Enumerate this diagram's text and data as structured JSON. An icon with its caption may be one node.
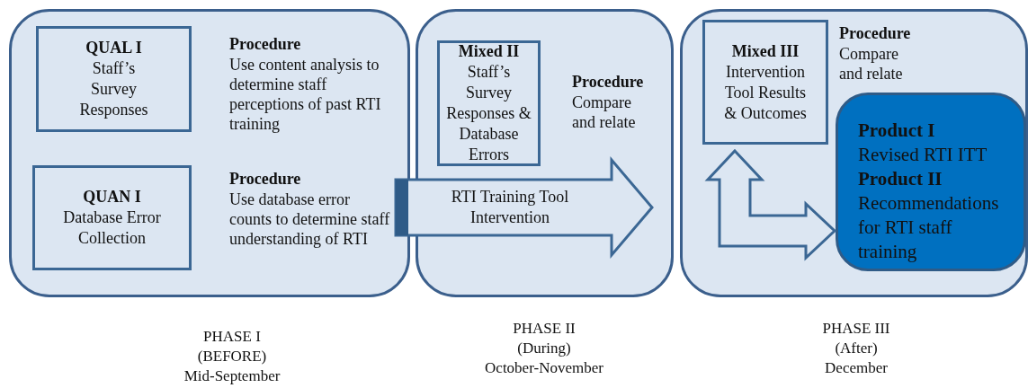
{
  "diagram": {
    "nodes": [
      {
        "text": [],
        "shape": "box",
        "beside": [
          "PHASE I",
          "(BEFORE)",
          "Mid-September"
        ]
      },
      {
        "text": [
          "QUAL I",
          "Staff’s Survey Responses"
        ],
        "in": 0
      },
      {
        "text": [
          "QUAN I",
          "Database Error Collection"
        ],
        "in": 0
      },
      {
        "text": [],
        "shape": "box",
        "beside": [
          "PHASE II",
          "(During)",
          "October-November"
        ]
      },
      {
        "text": [
          "Mixed II",
          "Staff’s Survey Responses & Database Errors"
        ],
        "in": 3
      },
      {
        "text": [],
        "shape": "box",
        "beside": [
          "PHASE III",
          "(After)",
          "December"
        ]
      },
      {
        "text": [
          "Mixed III",
          "Intervention Tool Results & Outcomes"
        ],
        "in": 5
      },
      {
        "text": [
          "Product I",
          "Revised RTI ITT",
          "Product II",
          "Recommendations for RTI staff training"
        ],
        "in": 5
      }
    ],
    "edges": [
      {
        "from": 0,
        "to": null,
        "arrow": "to",
        "label": "RTI Training Tool Intervention",
        "style": "thick"
      },
      {
        "from": 6,
        "to": 7,
        "arrow": "both",
        "style": "thick"
      }
    ],
    "labels": [
      "Procedure",
      "Use content analysis to determine staff perceptions of past RTI training",
      "Procedure",
      "Use database error counts to determine staff understanding of RTI",
      "Procedure",
      "Compare and relate",
      "Procedure",
      "Compare and relate"
    ]
  }
}
